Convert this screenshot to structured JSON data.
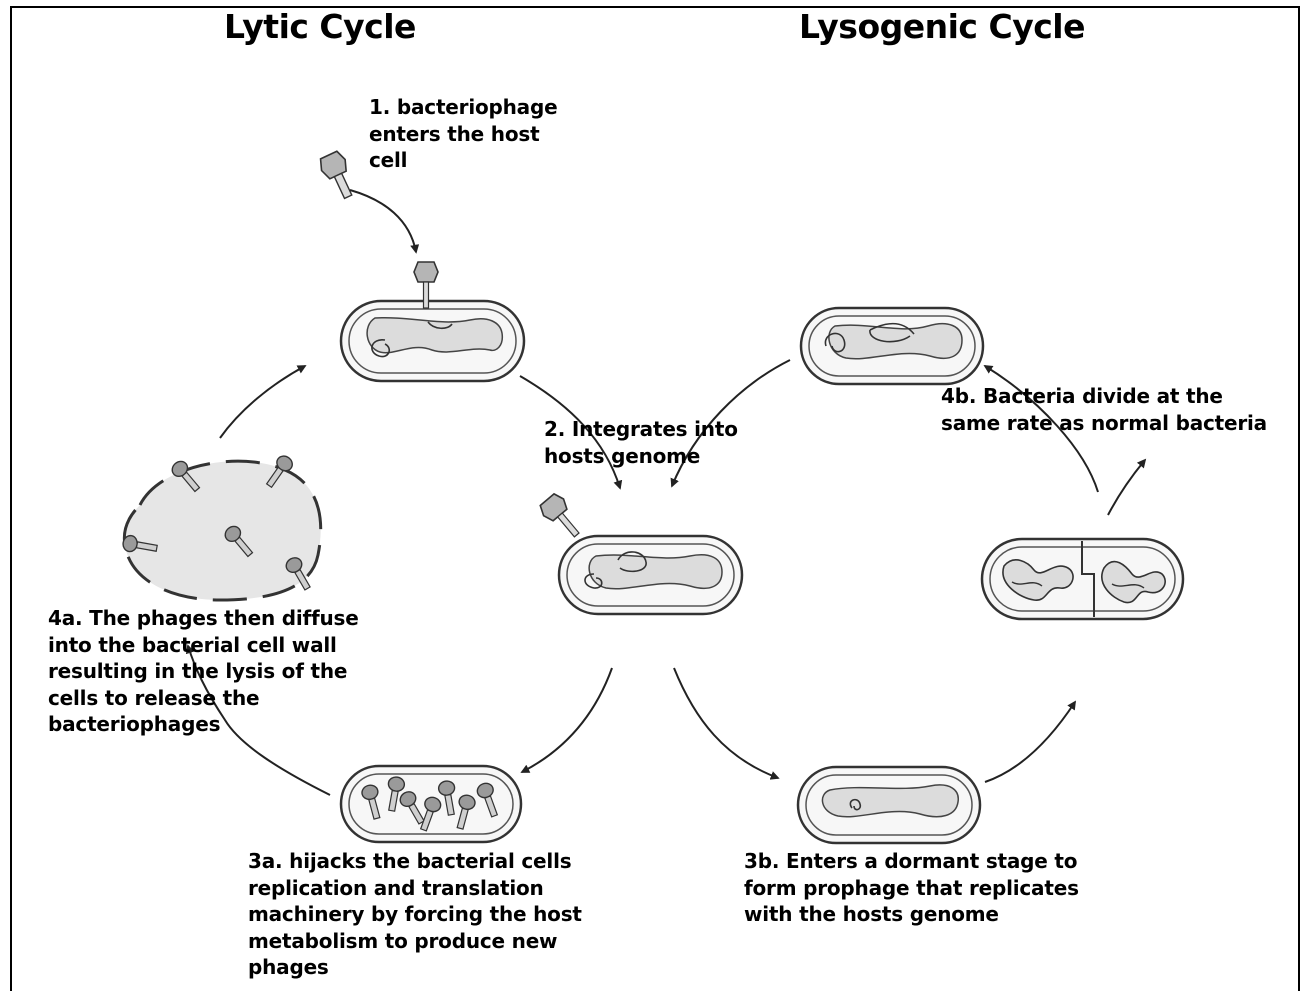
{
  "titles": {
    "lytic": "Lytic Cycle",
    "lysogenic": "Lysogenic Cycle"
  },
  "steps": {
    "s1": [
      "1. bacteriophage",
      "enters the host",
      "cell"
    ],
    "s2": [
      "2. Integrates into",
      "hosts genome"
    ],
    "s3a": [
      "3a. hijacks the bacterial cells",
      "replication and translation",
      "machinery by forcing the host",
      "metabolism to produce new",
      "phages"
    ],
    "s3b": [
      "3b. Enters a dormant stage to",
      "form prophage that replicates",
      "with the hosts genome"
    ],
    "s4a": [
      "4a. The phages then diffuse",
      "into the bacterial cell wall",
      "resulting in the lysis of the",
      "cells to release the",
      "bacteriophages"
    ],
    "s4b": [
      "4b. Bacteria divide at the",
      "same rate as normal bacteria"
    ]
  },
  "colors": {
    "ink": "#000000",
    "line": "#3a3a3a",
    "cell_fill": "#f7f7f7",
    "cytoplasm": "#dcdcdc",
    "burst_fill": "#e6e6e6",
    "phage_head": "#b5b5b5"
  }
}
